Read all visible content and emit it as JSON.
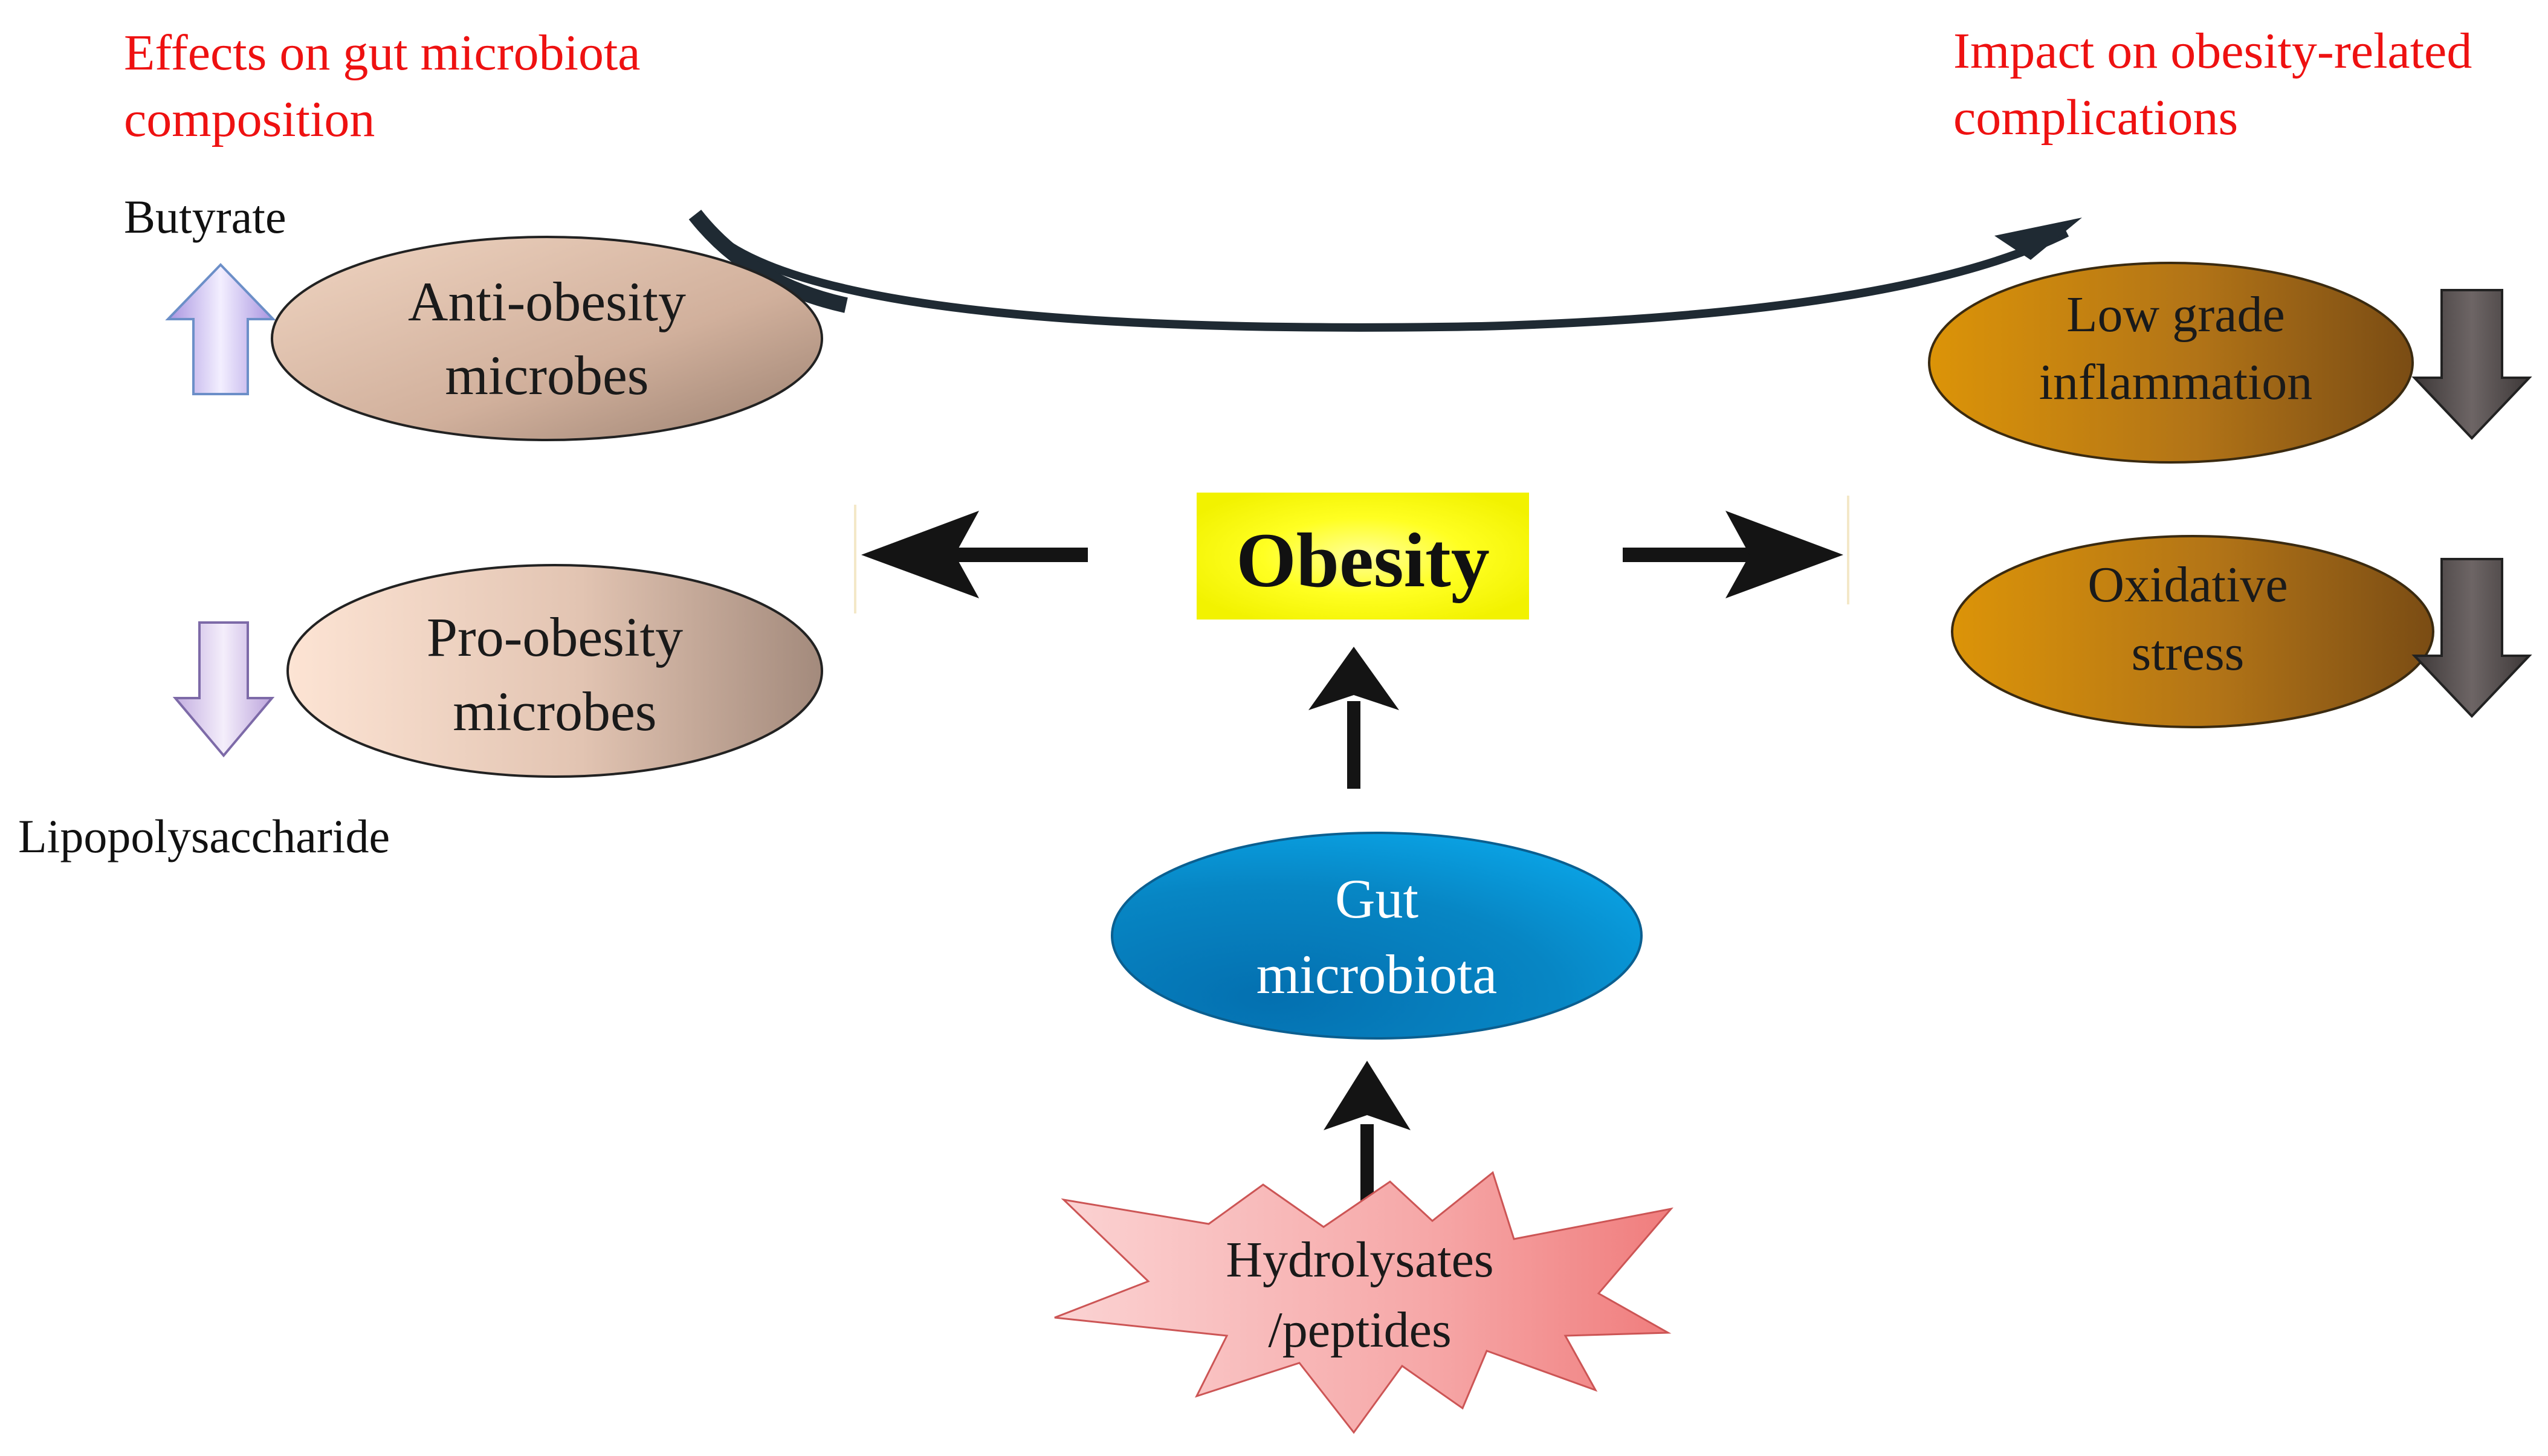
{
  "headings": {
    "left_line1": "Effects on gut microbiota",
    "left_line2": "composition",
    "right_line1": "Impact on obesity-related",
    "right_line2": "complications"
  },
  "markers": {
    "butyrate": "Butyrate",
    "lipopolysaccharide": "Lipopolysaccharide"
  },
  "nodes": {
    "anti_obesity": {
      "line1": "Anti-obesity",
      "line2": "microbes"
    },
    "pro_obesity": {
      "line1": "Pro-obesity",
      "line2": "microbes"
    },
    "obesity": "Obesity",
    "gut_microbiota": {
      "line1": "Gut",
      "line2": "microbiota"
    },
    "hydrolysates": {
      "line1": "Hydrolysates",
      "line2": "/peptides"
    },
    "inflammation": {
      "line1": "Low grade",
      "line2": "inflammation"
    },
    "oxidative": {
      "line1": "Oxidative",
      "line2": "stress"
    }
  },
  "colors": {
    "heading_red": "#ee1111",
    "obesity_box": "#ffff00",
    "gut_oval": "#0a86c8",
    "complication_oval": "#c98a10",
    "microbe_oval": "#dcc0ae",
    "burst_fill": "#f6a0a0",
    "up_arrow": "#b9a6e3",
    "down_arrow_complication": "#4a4444"
  }
}
